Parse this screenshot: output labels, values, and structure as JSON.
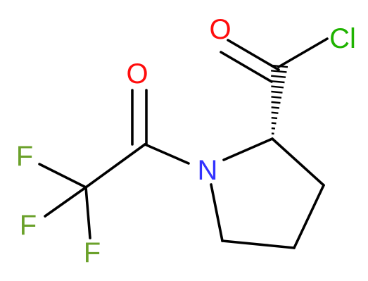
{
  "molecule": {
    "atoms": {
      "O_acyl_chloride": {
        "symbol": "O"
      },
      "Cl": {
        "symbol": "Cl"
      },
      "O_amide": {
        "symbol": "O"
      },
      "N": {
        "symbol": "N"
      },
      "F1": {
        "symbol": "F"
      },
      "F2": {
        "symbol": "F"
      },
      "F3": {
        "symbol": "F"
      }
    },
    "colors": {
      "O": "#ff0d0d",
      "Cl": "#1fb300",
      "F": "#6ba12b",
      "N": "#3333ff",
      "bond": "#000000"
    }
  }
}
